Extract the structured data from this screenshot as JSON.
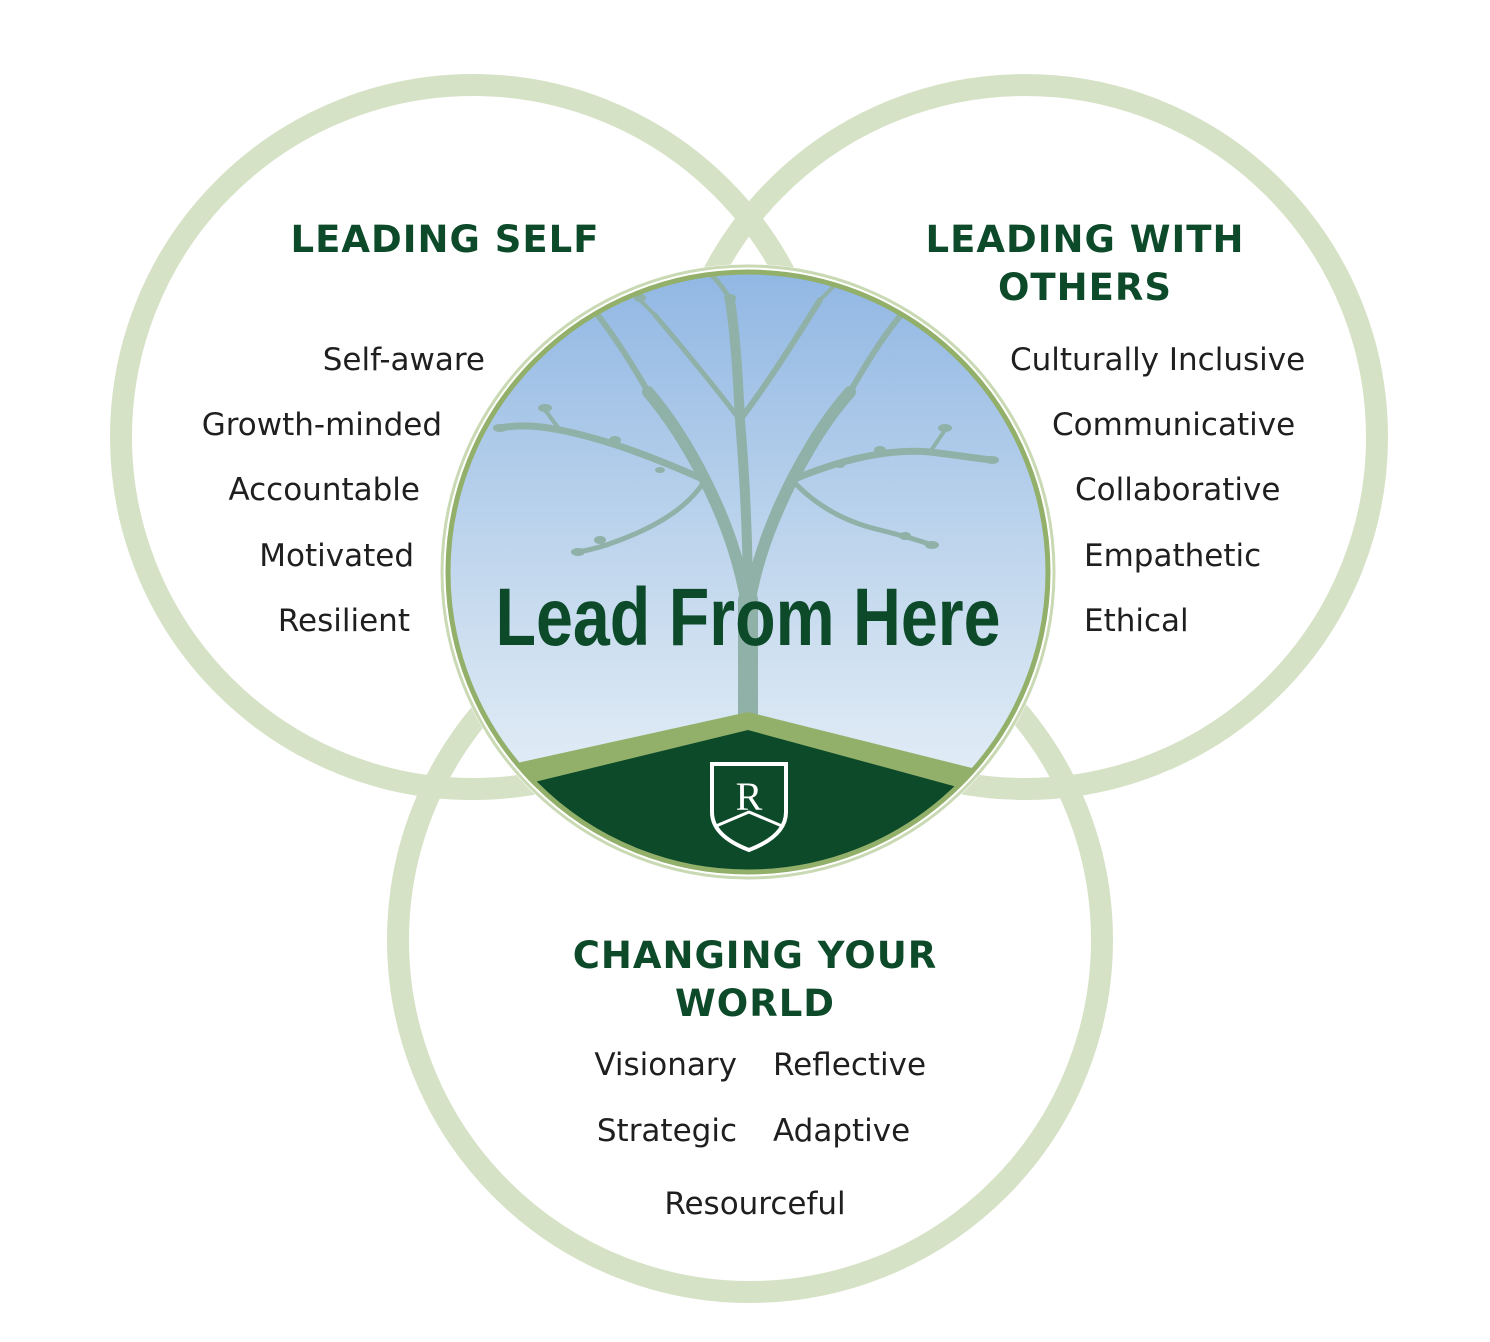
{
  "center": {
    "title": "Lead From Here",
    "crest_letter": "R"
  },
  "leading_self": {
    "heading": "LEADING SELF",
    "items": [
      "Self-aware",
      "Growth-minded",
      "Accountable",
      "Motivated",
      "Resilient"
    ]
  },
  "leading_with_others": {
    "heading_line1": "LEADING WITH",
    "heading_line2": "OTHERS",
    "items": [
      "Culturally Inclusive",
      "Communicative",
      "Collaborative",
      "Empathetic",
      "Ethical"
    ]
  },
  "changing_your_world": {
    "heading_line1": "CHANGING YOUR",
    "heading_line2": "WORLD",
    "items": [
      "Visionary",
      "Reflective",
      "Strategic",
      "Adaptive",
      "Resourceful"
    ]
  },
  "colors": {
    "ring": "#d6e2c6",
    "dark_green": "#0c4a2a",
    "light_green": "#93b06a",
    "sky_top": "#8fb6e3",
    "sky_bottom": "#f2f7fb",
    "tree": "#8fb1a8"
  }
}
